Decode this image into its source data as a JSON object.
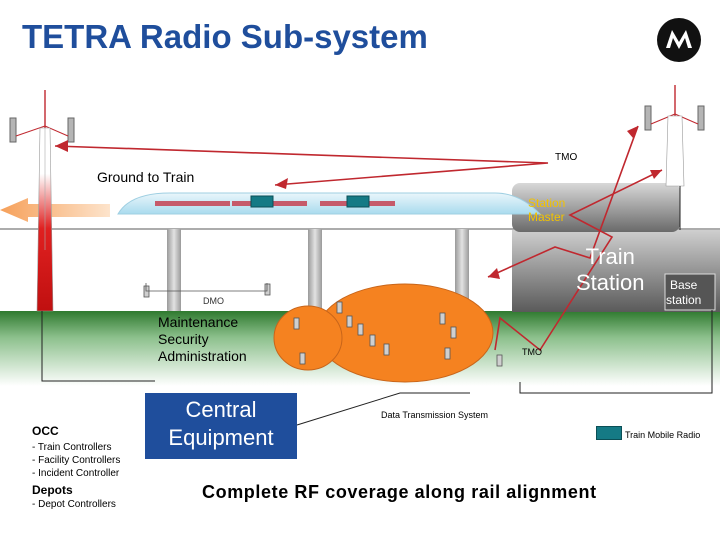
{
  "title": "TETRA Radio Sub-system",
  "logo_icon": "motorola-logo",
  "labels": {
    "ground_to_train": "Ground to Train",
    "tmo_top": "TMO",
    "station_master_line1": "Station",
    "station_master_line2": "Master",
    "train_station_line1": "Train",
    "train_station_line2": "Station",
    "base_station_line1": "Base",
    "base_station_line2": "station",
    "dmo": "DMO",
    "maintenance_line1": "Maintenance",
    "maintenance_line2": "Security",
    "maintenance_line3": "Administration",
    "tmo_mid": "TMO",
    "central_line1": "Central",
    "central_line2": "Equipment",
    "data_transmission": "Data Transmission System",
    "train_mobile_radio": "Train Mobile Radio"
  },
  "occ": {
    "heading": "OCC",
    "items": [
      "- Train Controllers",
      "- Facility Controllers",
      "- Incident Controller"
    ]
  },
  "depots": {
    "heading": "Depots",
    "items": [
      "- Depot Controllers"
    ]
  },
  "tagline": "Complete RF coverage along rail alignment",
  "colors": {
    "title": "#1f4e9c",
    "central_box": "#1f4e9c",
    "ground": "#3a8a3a",
    "tower_red": "#d62020",
    "radio_link": "#c0282f",
    "coverage_orange": "#f58220",
    "train_mobile_radio": "#157a85",
    "station_master_text": "#f2c200"
  }
}
